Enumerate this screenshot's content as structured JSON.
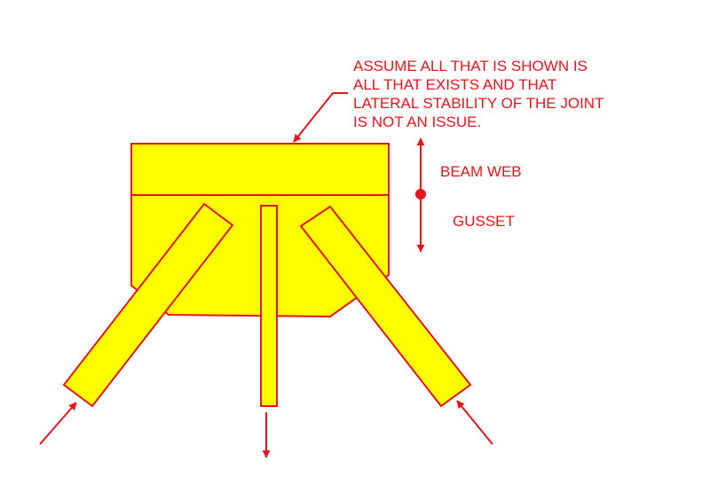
{
  "note": {
    "lines": [
      "ASSUME ALL THAT IS SHOWN IS",
      "ALL THAT EXISTS AND THAT",
      "LATERAL STABILITY OF THE JOINT",
      "IS NOT AN ISSUE."
    ]
  },
  "labels": {
    "beam_web": "BEAM WEB",
    "gusset": "GUSSET"
  },
  "colors": {
    "member_fill": "#ffff00",
    "outline": "#e8141c",
    "background": "#ffffff"
  }
}
